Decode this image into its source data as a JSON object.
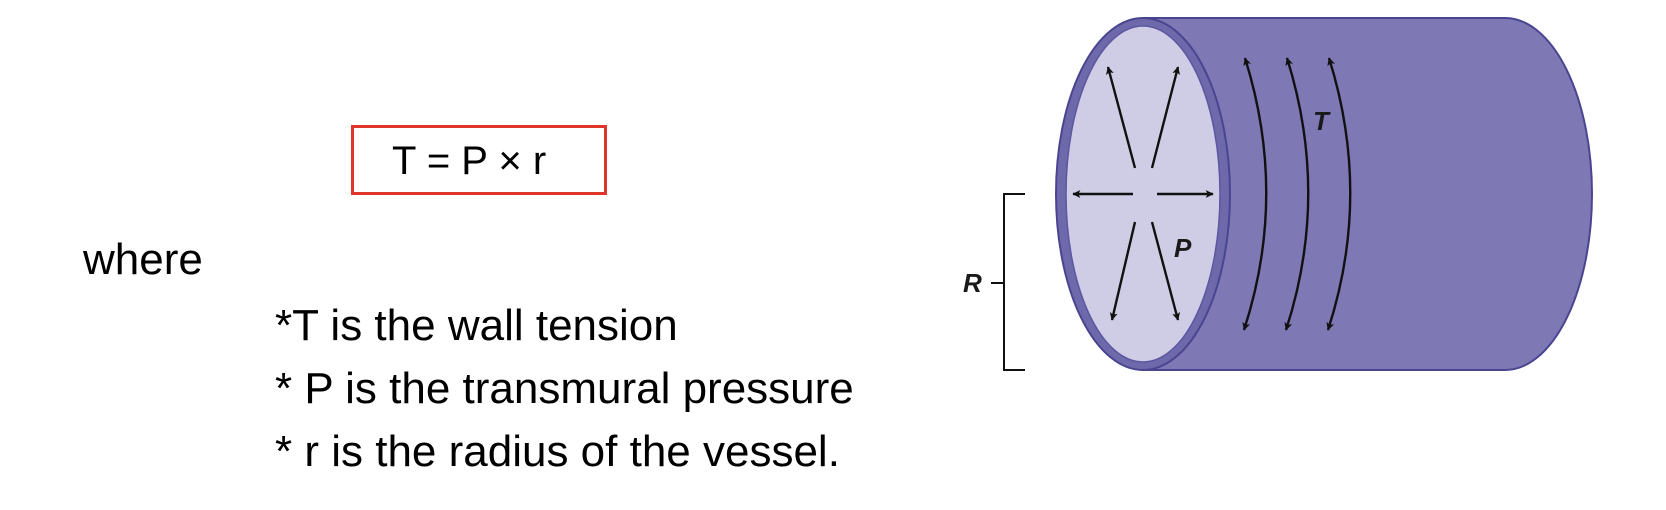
{
  "formula": {
    "text": "T = P × r",
    "box_color": "#e0352b"
  },
  "definitions": {
    "intro": "where",
    "items": [
      "*T is the wall tension",
      "* P is the transmural pressure",
      "* r is the radius of the vessel."
    ]
  },
  "diagram": {
    "labels": {
      "tension": "T",
      "pressure": "P",
      "radius": "R"
    },
    "colors": {
      "vessel_body": "#7e78b4",
      "vessel_rim": "#6e69ab",
      "lumen": "#cfcce6",
      "outline": "#4a4590",
      "arrows": "#111111"
    }
  }
}
